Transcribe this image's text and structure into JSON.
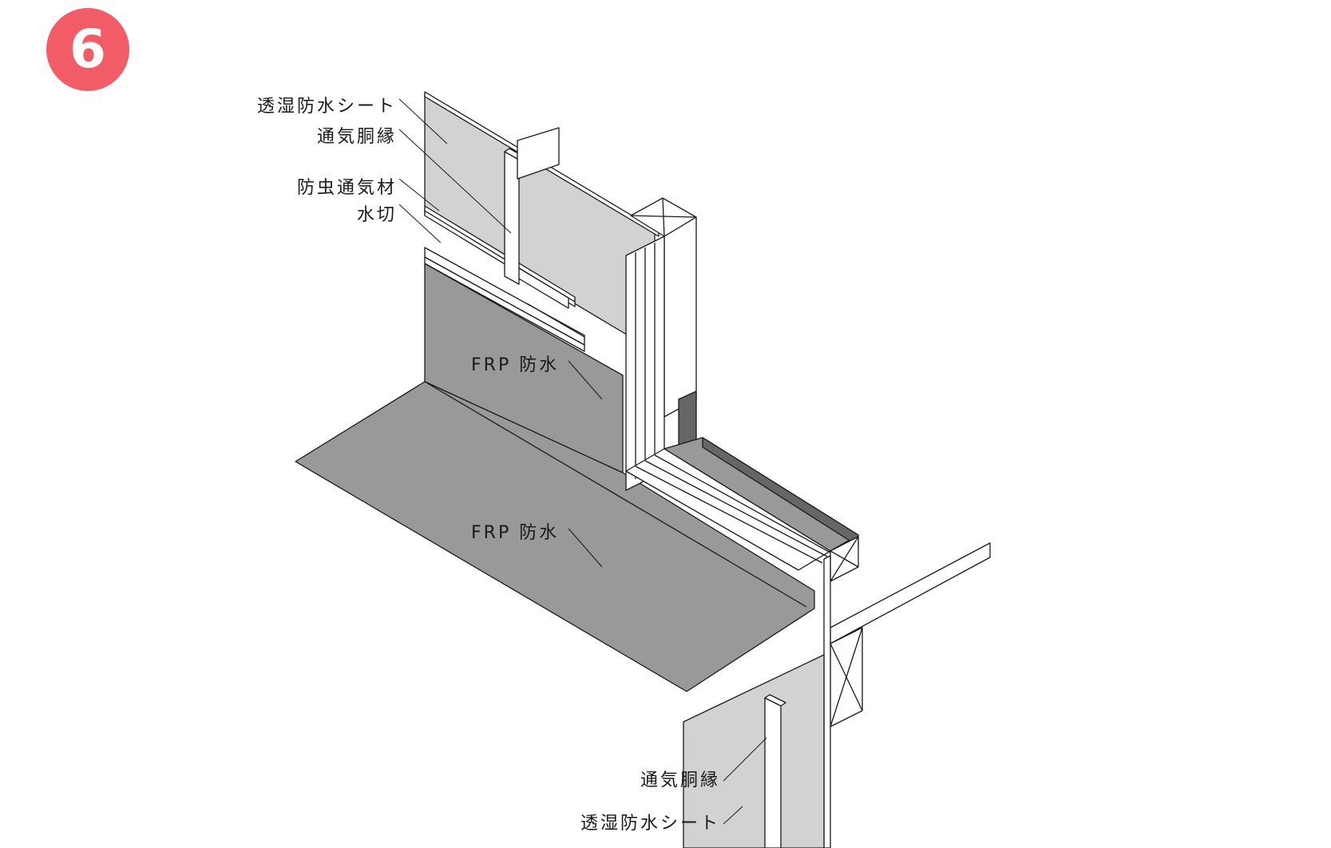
{
  "step_badge": "6",
  "labels": {
    "upper_sheet": "透湿防水シート",
    "upper_furring": "通気胴縁",
    "insect_vent": "防虫通気材",
    "flashing": "水切",
    "frp_wall": "FRP 防水",
    "frp_floor": "FRP 防水",
    "lower_furring": "通気胴縁",
    "lower_sheet": "透湿防水シート"
  },
  "colors": {
    "badge": "#f25c66",
    "sheet_light": "#d2d2d2",
    "frp_gray": "#999999",
    "dark_gray": "#666666",
    "line": "#1a1a1a"
  }
}
